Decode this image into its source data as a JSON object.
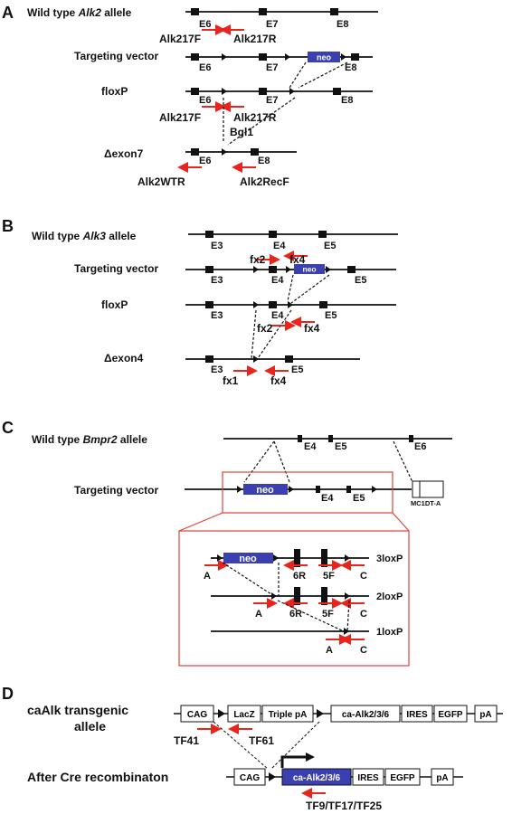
{
  "panels": {
    "A": {
      "letter": "A",
      "rows": {
        "wild_type": {
          "prefix": "Wild type ",
          "gene": "Alk2",
          "suffix": " allele"
        },
        "targeting": "Targeting vector",
        "floxp": "floxP",
        "delta": "Δexon7"
      },
      "exons": {
        "e6": "E6",
        "e7": "E7",
        "e8": "E8"
      },
      "neo": "neo",
      "primers": {
        "f217": "Alk217F",
        "r217": "Alk217R",
        "bgl": "Bgl1",
        "wtr": "Alk2WTR",
        "recf": "Alk2RecF"
      }
    },
    "B": {
      "letter": "B",
      "rows": {
        "wild_type": {
          "prefix": "Wild type ",
          "gene": "Alk3",
          "suffix": " allele"
        },
        "targeting": "Targeting vector",
        "floxp": "floxP",
        "delta": "Δexon4"
      },
      "exons": {
        "e3": "E3",
        "e4": "E4",
        "e5": "E5"
      },
      "neo": "neo",
      "primers": {
        "fx1": "fx1",
        "fx2": "fx2",
        "fx4": "fx4"
      }
    },
    "C": {
      "letter": "C",
      "rows": {
        "wild_type": {
          "prefix": "Wild type ",
          "gene": "Bmpr2",
          "suffix": " allele"
        },
        "targeting": "Targeting vector"
      },
      "exons": {
        "e4": "E4",
        "e5": "E5",
        "e6": "E6"
      },
      "neo": "neo",
      "cassette": "MC1DT-A",
      "inset_rows": {
        "r3": "3loxP",
        "r2": "2loxP",
        "r1": "1loxP"
      },
      "primers": {
        "a": "A",
        "r6": "6R",
        "f5": "5F",
        "c": "C"
      }
    },
    "D": {
      "letter": "D",
      "rows": {
        "transgenic_line1": "caAlk transgenic",
        "transgenic_line2": "allele",
        "after": "After Cre recombinaton"
      },
      "boxes": {
        "cag": "CAG",
        "lacz": "LacZ",
        "triple_pa": "Triple pA",
        "ca_alk": "ca-Alk2/3/6",
        "ires": "IRES",
        "egfp": "EGFP",
        "pa": "pA"
      },
      "primers": {
        "tf41": "TF41",
        "tf61": "TF61",
        "tf9": "TF9/TF17/TF25"
      }
    }
  },
  "colors": {
    "primer": "#e8241c",
    "neo": "#3a3fb2",
    "inset_frame": "#e0443a",
    "line": "#111111"
  }
}
